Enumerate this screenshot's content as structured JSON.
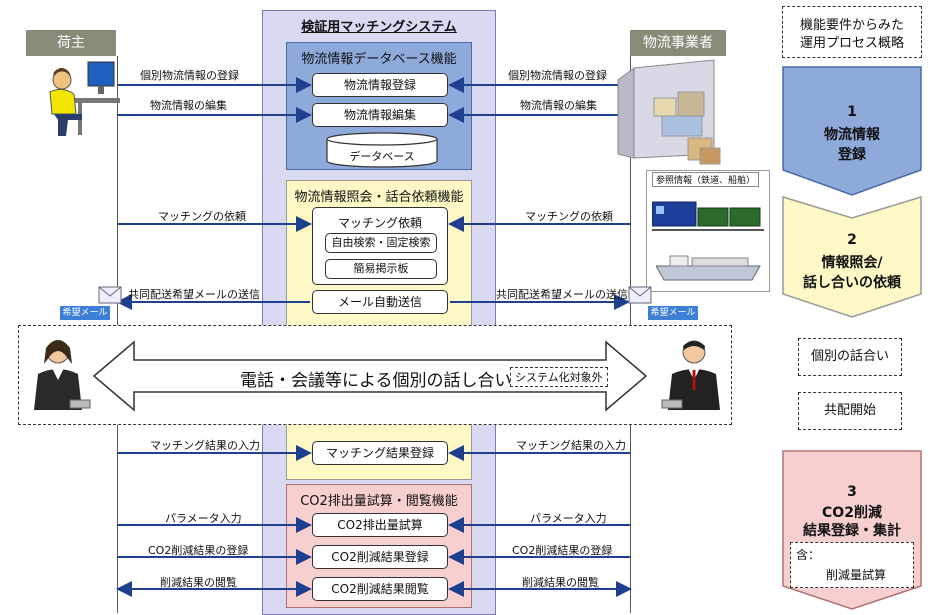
{
  "system_title": "検証用マッチングシステム",
  "shipper": {
    "header": "荷主",
    "badge": "希望メール"
  },
  "carrier": {
    "header": "物流事業者",
    "badge": "希望メール"
  },
  "reference": {
    "title": "参照情報（鉄道、船舶）"
  },
  "process_overview": {
    "title_line1": "機能要件からみた",
    "title_line2": "運用プロセス概略"
  },
  "sections": {
    "database": {
      "title": "物流情報データベース機能",
      "boxes": [
        "物流情報登録",
        "物流情報編集"
      ],
      "db_label": "データベース"
    },
    "inquiry": {
      "title": "物流情報照会・話合依頼機能",
      "main_box": "マッチング依頼",
      "sub_boxes": [
        "自由検索・固定検索",
        "簡易掲示板"
      ],
      "mail_box": "メール自動送信"
    },
    "result": {
      "box": "マッチング結果登録"
    },
    "co2": {
      "title": "CO2排出量試算・閲覧機能",
      "boxes": [
        "CO2排出量試算",
        "CO2削減結果登録",
        "CO2削減結果閲覧"
      ]
    }
  },
  "left_labels": [
    "個別物流情報の登録",
    "物流情報の編集",
    "マッチングの依頼",
    "共同配送希望メールの送信",
    "マッチング結果の入力",
    "パラメータ入力",
    "CO2削減結果の登録",
    "削減結果の閲覧"
  ],
  "right_labels": [
    "個別物流情報の登録",
    "物流情報の編集",
    "マッチングの依頼",
    "共同配送希望メールの送信",
    "マッチング結果の入力",
    "パラメータ入力",
    "CO2削減結果の登録",
    "削減結果の閲覧"
  ],
  "discussion": {
    "text": "電話・会議等による個別の話し合い",
    "note": "システム化対象外"
  },
  "steps": {
    "s1": {
      "num": "1",
      "line1": "物流情報",
      "line2": "登録"
    },
    "s2": {
      "num": "2",
      "line1": "情報照会/",
      "line2": "話し合いの依頼"
    },
    "talk": "個別の話合い",
    "start": "共配開始",
    "s3": {
      "num": "3",
      "line1": "CO2削減",
      "line2": "結果登録・集計",
      "note_prefix": "含：",
      "note": "削減量試算"
    }
  },
  "colors": {
    "arrow": "#1f3f8f",
    "step1": "#8eaadb",
    "step2": "#fdf8c6",
    "step3": "#f7cfcf"
  }
}
